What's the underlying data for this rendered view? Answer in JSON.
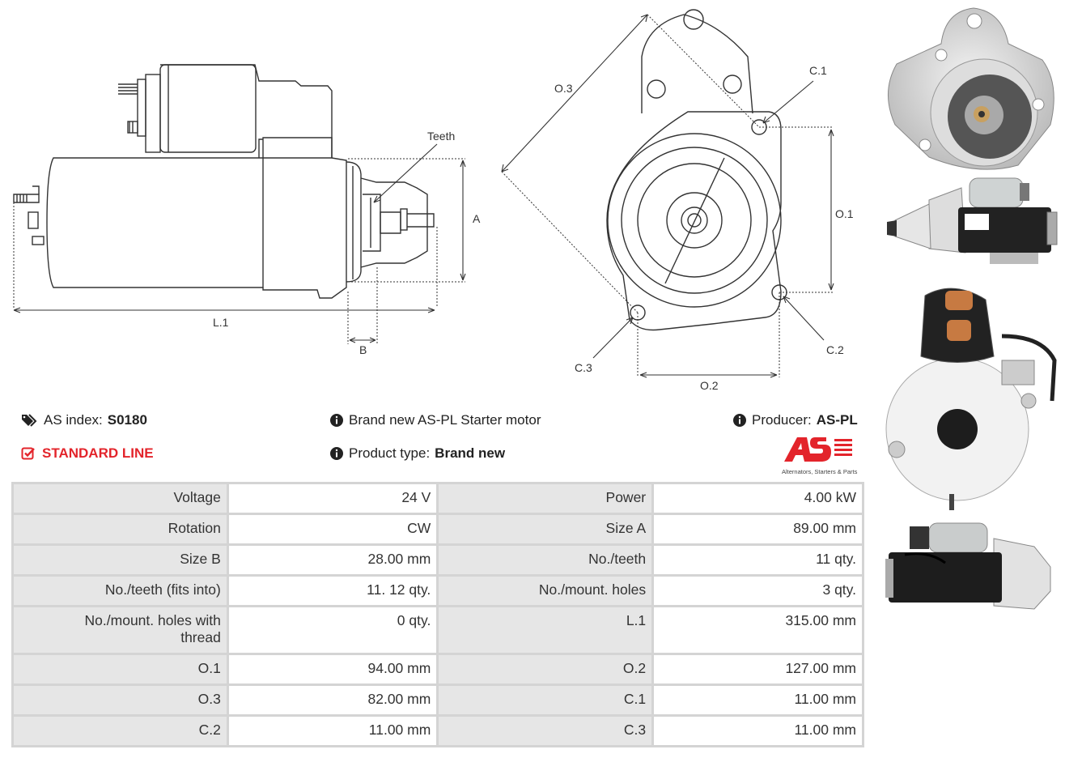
{
  "diagram": {
    "side_labels": {
      "teeth": "Teeth",
      "a": "A",
      "l1": "L.1",
      "b": "B"
    },
    "front_labels": {
      "o3": "O.3",
      "c1": "C.1",
      "o1": "O.1",
      "c2": "C.2",
      "c3": "C.3",
      "o2": "O.2"
    }
  },
  "info": {
    "as_index_label": "AS index:",
    "as_index_value": "S0180",
    "standard_line": "STANDARD LINE",
    "description": "Brand new AS-PL Starter motor",
    "product_type_label": "Product type:",
    "product_type_value": "Brand new",
    "producer_label": "Producer:",
    "producer_value": "AS-PL"
  },
  "logo": {
    "mark": "AS",
    "tagline": "Alternators, Starters & Parts",
    "color": "#e3242b"
  },
  "specs": [
    [
      {
        "k": "Voltage",
        "v": "24 V"
      },
      {
        "k": "Power",
        "v": "4.00 kW"
      }
    ],
    [
      {
        "k": "Rotation",
        "v": "CW"
      },
      {
        "k": "Size A",
        "v": "89.00 mm"
      }
    ],
    [
      {
        "k": "Size B",
        "v": "28.00 mm"
      },
      {
        "k": "No./teeth",
        "v": "11 qty."
      }
    ],
    [
      {
        "k": "No./teeth (fits into)",
        "v": "11. 12 qty."
      },
      {
        "k": "No./mount. holes",
        "v": "3 qty."
      }
    ],
    [
      {
        "k1": "No./mount. holes with",
        "k2": "thread",
        "v": "0 qty."
      },
      {
        "k": "L.1",
        "v": "315.00 mm"
      }
    ],
    [
      {
        "k": "O.1",
        "v": "94.00 mm"
      },
      {
        "k": "O.2",
        "v": "127.00 mm"
      }
    ],
    [
      {
        "k": "O.3",
        "v": "82.00 mm"
      },
      {
        "k": "C.1",
        "v": "11.00 mm"
      }
    ],
    [
      {
        "k": "C.2",
        "v": "11.00 mm"
      },
      {
        "k": "C.3",
        "v": "11.00 mm"
      }
    ]
  ],
  "icons": {
    "tags": "tags-icon",
    "check": "check-square-icon",
    "info": "info-circle-icon"
  }
}
